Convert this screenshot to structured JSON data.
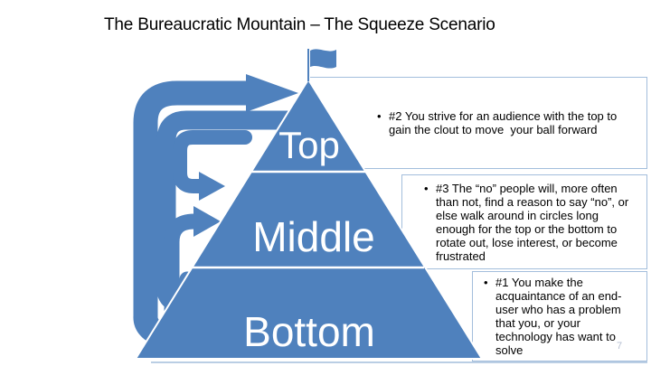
{
  "title": "The Bureaucratic Mountain – The Squeeze Scenario",
  "slide_number": "7",
  "bullet_char": "•",
  "pyramid": {
    "levels": [
      {
        "label": "Top"
      },
      {
        "label": "Middle"
      },
      {
        "label": "Bottom"
      }
    ]
  },
  "callouts": [
    {
      "text": "#2 You strive for an audience with the top to gain the clout to move  your ball forward"
    },
    {
      "text": "#3 The “no” people will, more often than not, find a reason to say “no”, or else walk around in circles long enough for the top or the bottom to rotate out, lose interest, or become frustrated"
    },
    {
      "text": "#1 You make the acquaintance of an end-user who has a problem that you, or your technology has want to solve"
    }
  ],
  "icons": {
    "flag": "summit-flag",
    "arrows": "squeeze-loop-arrows"
  },
  "colors": {
    "shape_blue": "#4F81BD",
    "border_blue": "#A3BEDC",
    "label_text": "#FFFFFF",
    "body_text": "#000000",
    "slide_number": "#B6BFD2"
  }
}
